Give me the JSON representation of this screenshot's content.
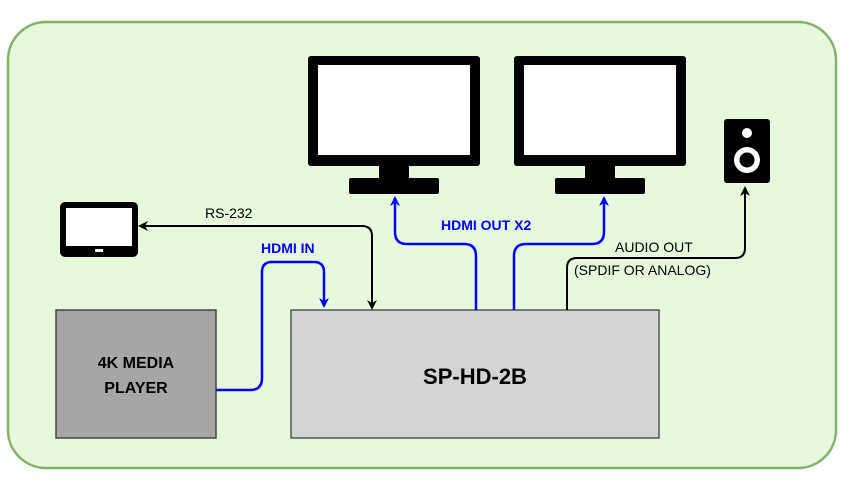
{
  "devices": {
    "main": {
      "label": "SP-HD-2B"
    },
    "player": {
      "label_line1": "4K MEDIA",
      "label_line2": "PLAYER"
    },
    "tv_left": {
      "icon": "monitor-icon"
    },
    "tv_right": {
      "icon": "monitor-icon"
    },
    "tablet": {
      "icon": "tablet-icon"
    },
    "speaker": {
      "icon": "speaker-icon"
    }
  },
  "connections": {
    "rs232": "RS-232",
    "hdmi_in": "HDMI IN",
    "hdmi_out": "HDMI OUT X2",
    "audio_out_line1": "AUDIO OUT",
    "audio_out_line2": "(SPDIF OR ANALOG)"
  },
  "colors": {
    "background": "#e6f9dc",
    "background_border": "#82b366",
    "main_box": "#d4d4d4",
    "player_box": "#a6a6a6",
    "hdmi_line": "#0000ff",
    "control_line": "#000000"
  }
}
